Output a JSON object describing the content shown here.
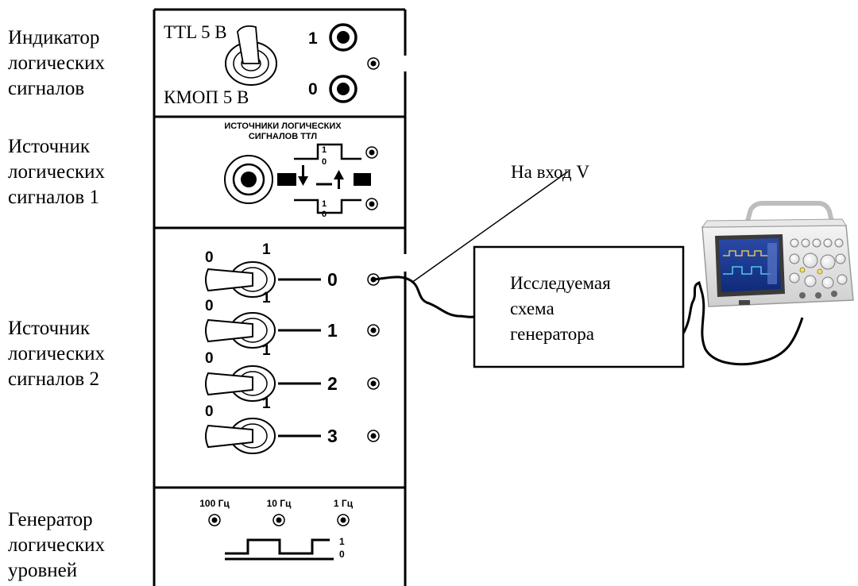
{
  "side_labels": {
    "indicator": [
      "Индикатор",
      "логических",
      "сигналов"
    ],
    "source1": [
      "Источник",
      "логических",
      "сигналов 1"
    ],
    "source2": [
      "Источник",
      "логических",
      "сигналов 2"
    ],
    "generator": [
      "Генератор",
      "логических",
      "уровней"
    ]
  },
  "indicator_panel": {
    "ttl_label": "TTL 5 B",
    "cmos_label": "КМОП 5 В",
    "led_one": "1",
    "led_zero": "0"
  },
  "source1_panel": {
    "title_line1": "ИСТОЧНИКИ ЛОГИЧЕСКИХ",
    "title_line2": "СИГНАЛОВ ТТЛ",
    "upper_one": "1",
    "upper_zero": "0",
    "lower_one": "1",
    "lower_zero": "0"
  },
  "source2_panel": {
    "switches": [
      {
        "off_label": "0",
        "on_label": "1",
        "channel": "0"
      },
      {
        "off_label": "0",
        "on_label": "1",
        "channel": "1"
      },
      {
        "off_label": "0",
        "on_label": "1",
        "channel": "2"
      },
      {
        "off_label": "0",
        "on_label": "1",
        "channel": "3"
      }
    ]
  },
  "generator_panel": {
    "freqs": [
      "100 Гц",
      "10 Гц",
      "1 Гц"
    ],
    "level_one": "1",
    "level_zero": "0"
  },
  "input_label": "На вход V",
  "circuit_box": [
    "Исследуемая",
    "схема",
    "генератора"
  ]
}
